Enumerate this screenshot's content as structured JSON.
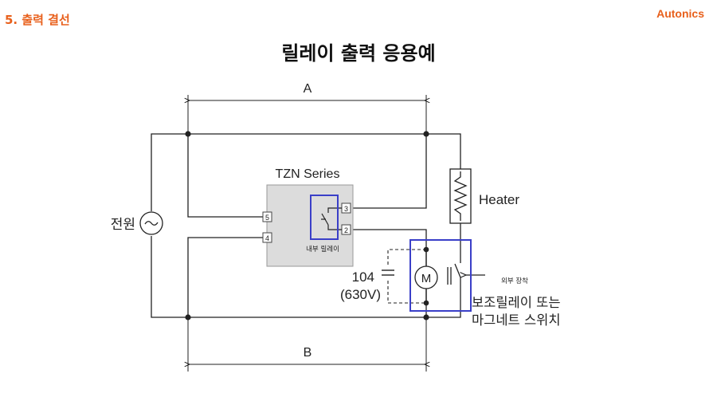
{
  "header": {
    "section_title": "5. 출력 결선",
    "brand": "Autonics"
  },
  "title": "릴레이 출력 응용예",
  "diagram": {
    "dim_top": "A",
    "dim_bottom": "B",
    "power_label": "전원",
    "power_symbol": "~",
    "controller_label": "TZN Series",
    "terminals": [
      "5",
      "4",
      "3",
      "2"
    ],
    "internal_relay_note": "내부 릴레이",
    "heater_label": "Heater",
    "capacitor_value": "104",
    "capacitor_rating": "(630V)",
    "motor_symbol": "M",
    "external_note": "외부 장착",
    "aux_label_line1": "보조릴레이 또는",
    "aux_label_line2": "마그네트 스위치",
    "colors": {
      "highlight_box": "#3a3fc8",
      "brand_orange": "#e8601c",
      "controller_fill": "#dcdcdc",
      "terminal_number": "#cc2222"
    }
  }
}
